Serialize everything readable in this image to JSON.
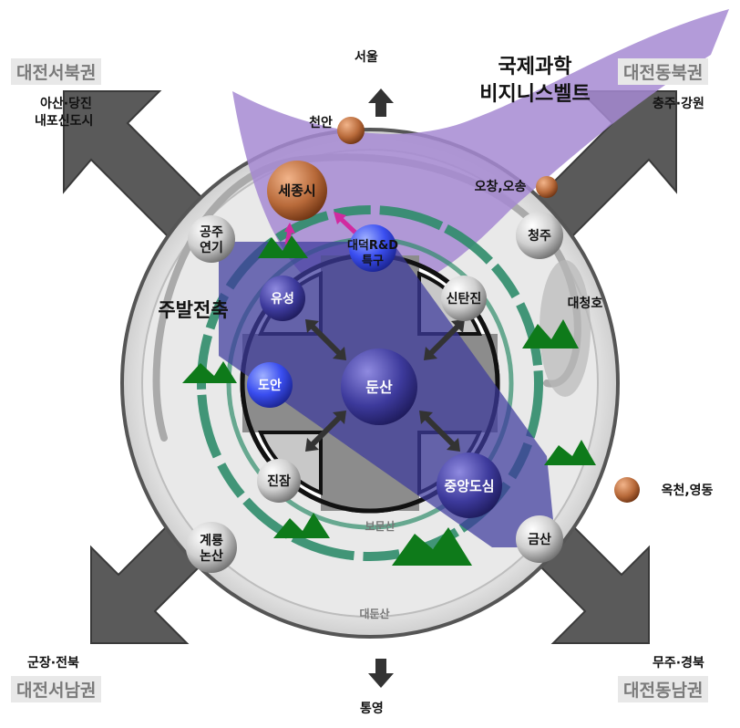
{
  "regions": {
    "nw": "대전서북권",
    "ne": "대전동북권",
    "sw": "대전서남권",
    "se": "대전동남권"
  },
  "external": {
    "seoul": "서울",
    "asan_line1": "아산·당진",
    "asan_line2": "내포신도시",
    "chungju": "충주·강원",
    "gunsan": "군장·전북",
    "muju": "무주·경북",
    "tongyeong": "통영"
  },
  "belt": {
    "line1": "국제과학",
    "line2": "비지니스벨트"
  },
  "axis_label": "주발전축",
  "nodes": {
    "cheonan": "천안",
    "sejong": "세종시",
    "osong": "오창,오송",
    "gongju_line1": "공주",
    "gongju_line2": "연기",
    "cheongju": "청주",
    "daedeok_line1": "대덕R&D",
    "daedeok_line2": "특구",
    "yuseong": "유성",
    "sintanjin": "신탄진",
    "daecheongho": "대청호",
    "doan": "도안",
    "dunsan": "둔산",
    "jinjam": "진잠",
    "center": "중앙도심",
    "okcheon": "옥천,영동",
    "gyeryong_line1": "계룡",
    "gyeryong_line2": "논산",
    "bomunsan": "보문산",
    "geumsan": "금산",
    "daedunsan": "대둔산"
  },
  "colors": {
    "axis_purple": "#3d3a9c",
    "belt_lilac": "#a68ad2",
    "ring_green": "#2f8c6a",
    "mountain_green": "#0e7a1a",
    "node_blue": "#3a4ef0",
    "node_brown": "#b86a3a"
  }
}
